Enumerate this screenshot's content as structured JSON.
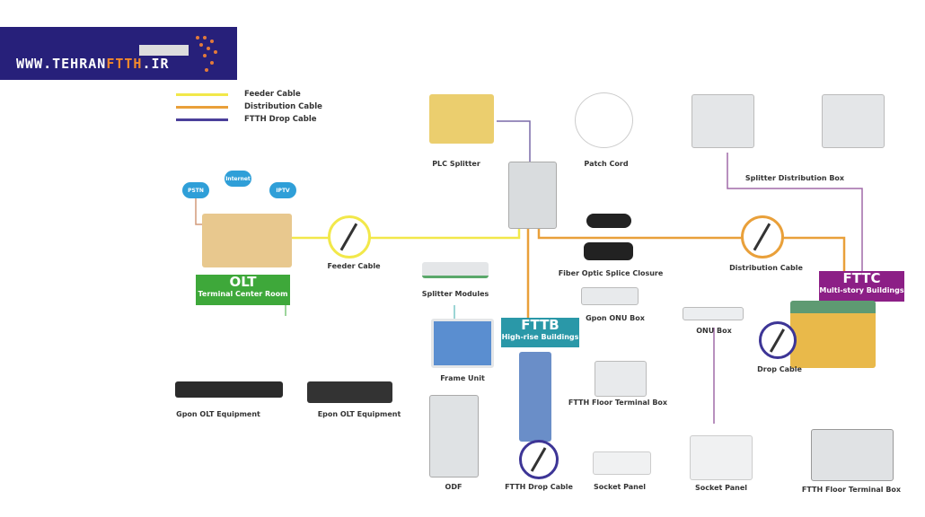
{
  "logo": {
    "text_main": "WWW.TEHRAN",
    "text_accent": "FTTH",
    "text_suffix": ".IR"
  },
  "legend": [
    {
      "label": "Feeder Cable",
      "color": "#f2e84a"
    },
    {
      "label": "Distribution Cable",
      "color": "#e9a03a"
    },
    {
      "label": "FTTH Drop Cable",
      "color": "#4b3f9a"
    }
  ],
  "clouds": [
    "PSTN",
    "Internet",
    "IPTV"
  ],
  "olt": {
    "title": "OLT",
    "subtitle": "Terminal Center Room",
    "color": "#3ea83a"
  },
  "fttb": {
    "title": "FTTB",
    "subtitle": "High-rise Buildings",
    "color": "#2a98a8"
  },
  "fttc": {
    "title": "FTTC",
    "subtitle": "Multi-story Buildings",
    "color": "#8c1f86"
  },
  "labels": {
    "plc_splitter": "PLC Splitter",
    "patch_cord": "Patch Cord",
    "splitter_distribution_box": "Splitter Distribution Box",
    "feeder_cable": "Feeder Cable",
    "splice_closure": "Fiber Optic Splice Closure",
    "distribution_cable": "Distribution Cable",
    "splitter_modules": "Splitter Modules",
    "gpon_onu_box": "Gpon ONU Box",
    "onu_box": "ONU Box",
    "drop_cable": "Drop Cable",
    "frame_unit": "Frame Unit",
    "ftth_floor_terminal_box_1": "FTTH Floor Terminal Box",
    "gpon_olt": "Gpon OLT Equipment",
    "epon_olt": "Epon OLT Equipment",
    "odf": "ODF",
    "ftth_drop_cable": "FTTH Drop Cable",
    "socket_panel_1": "Socket Panel",
    "socket_panel_2": "Socket Panel",
    "ftth_floor_terminal_box_2": "FTTH Floor Terminal Box"
  }
}
